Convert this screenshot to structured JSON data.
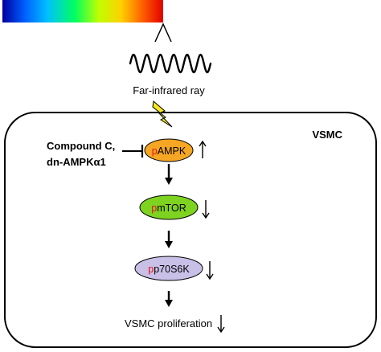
{
  "diagram": {
    "ray_label": "Far-infrared ray",
    "cell_label": "VSMC",
    "inhibitor_line1": "Compound C,",
    "inhibitor_line2": "dn-AMPKα1",
    "nodes": [
      {
        "prefix": "p",
        "name": "AMPK",
        "fill": "#f5a623",
        "prefix_color": "#e8101a",
        "trend": "up"
      },
      {
        "prefix": "p",
        "name": "mTOR",
        "fill": "#7ed321",
        "prefix_color": "#e8101a",
        "trend": "down"
      },
      {
        "prefix": "p",
        "name": "p70S6K",
        "fill": "#c9c0e8",
        "prefix_color": "#e8101a",
        "trend": "down"
      }
    ],
    "outcome": "VSMC proliferation",
    "outcome_trend": "down"
  },
  "colors": {
    "spectrum": [
      "#0000a0",
      "#0060ff",
      "#00c0ff",
      "#00ff60",
      "#c0ff00",
      "#ffd000",
      "#ff6000",
      "#e00000"
    ],
    "lightning": "#f8e71c"
  }
}
